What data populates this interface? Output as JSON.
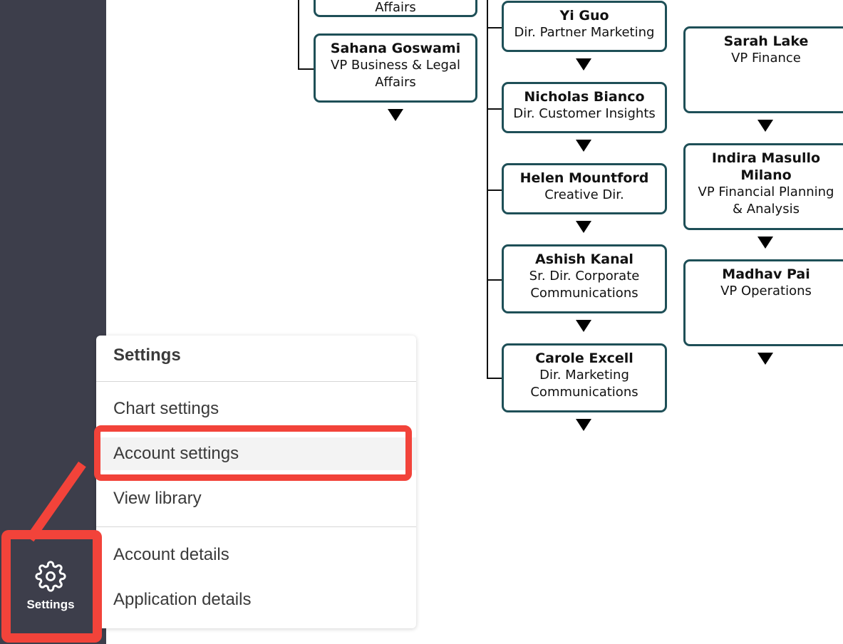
{
  "sidebar": {
    "settings_label": "Settings",
    "settings_icon": "gear-icon"
  },
  "org_chart": {
    "nodes": [
      {
        "id": "affairs-partial",
        "name": "",
        "title": "Affairs"
      },
      {
        "id": "sahana",
        "name": "Sahana Goswami",
        "title": "VP Business & Legal Affairs"
      },
      {
        "id": "yi",
        "name": "Yi Guo",
        "title": "Dir. Partner Marketing"
      },
      {
        "id": "nicholas",
        "name": "Nicholas Bianco",
        "title": "Dir. Customer Insights"
      },
      {
        "id": "helen",
        "name": "Helen Mountford",
        "title": "Creative Dir."
      },
      {
        "id": "ashish",
        "name": "Ashish Kanal",
        "title": "Sr. Dir. Corporate Communications"
      },
      {
        "id": "carole",
        "name": "Carole Excell",
        "title": "Dir. Marketing Communications"
      },
      {
        "id": "sarah",
        "name": "Sarah Lake",
        "title": "VP Finance"
      },
      {
        "id": "indira",
        "name": "Indira Masullo Milano",
        "title": "VP Financial Planning & Analysis"
      },
      {
        "id": "madhav",
        "name": "Madhav Pai",
        "title": "VP Operations"
      }
    ]
  },
  "settings_menu": {
    "header": "Settings",
    "items": [
      {
        "label": "Chart settings"
      },
      {
        "label": "Account settings"
      },
      {
        "label": "View library"
      },
      {
        "label": "Account details"
      },
      {
        "label": "Application details"
      }
    ]
  },
  "colors": {
    "sidebar": "#3d3e4b",
    "node_border": "#1e4f57",
    "highlight": "#f2433a"
  }
}
